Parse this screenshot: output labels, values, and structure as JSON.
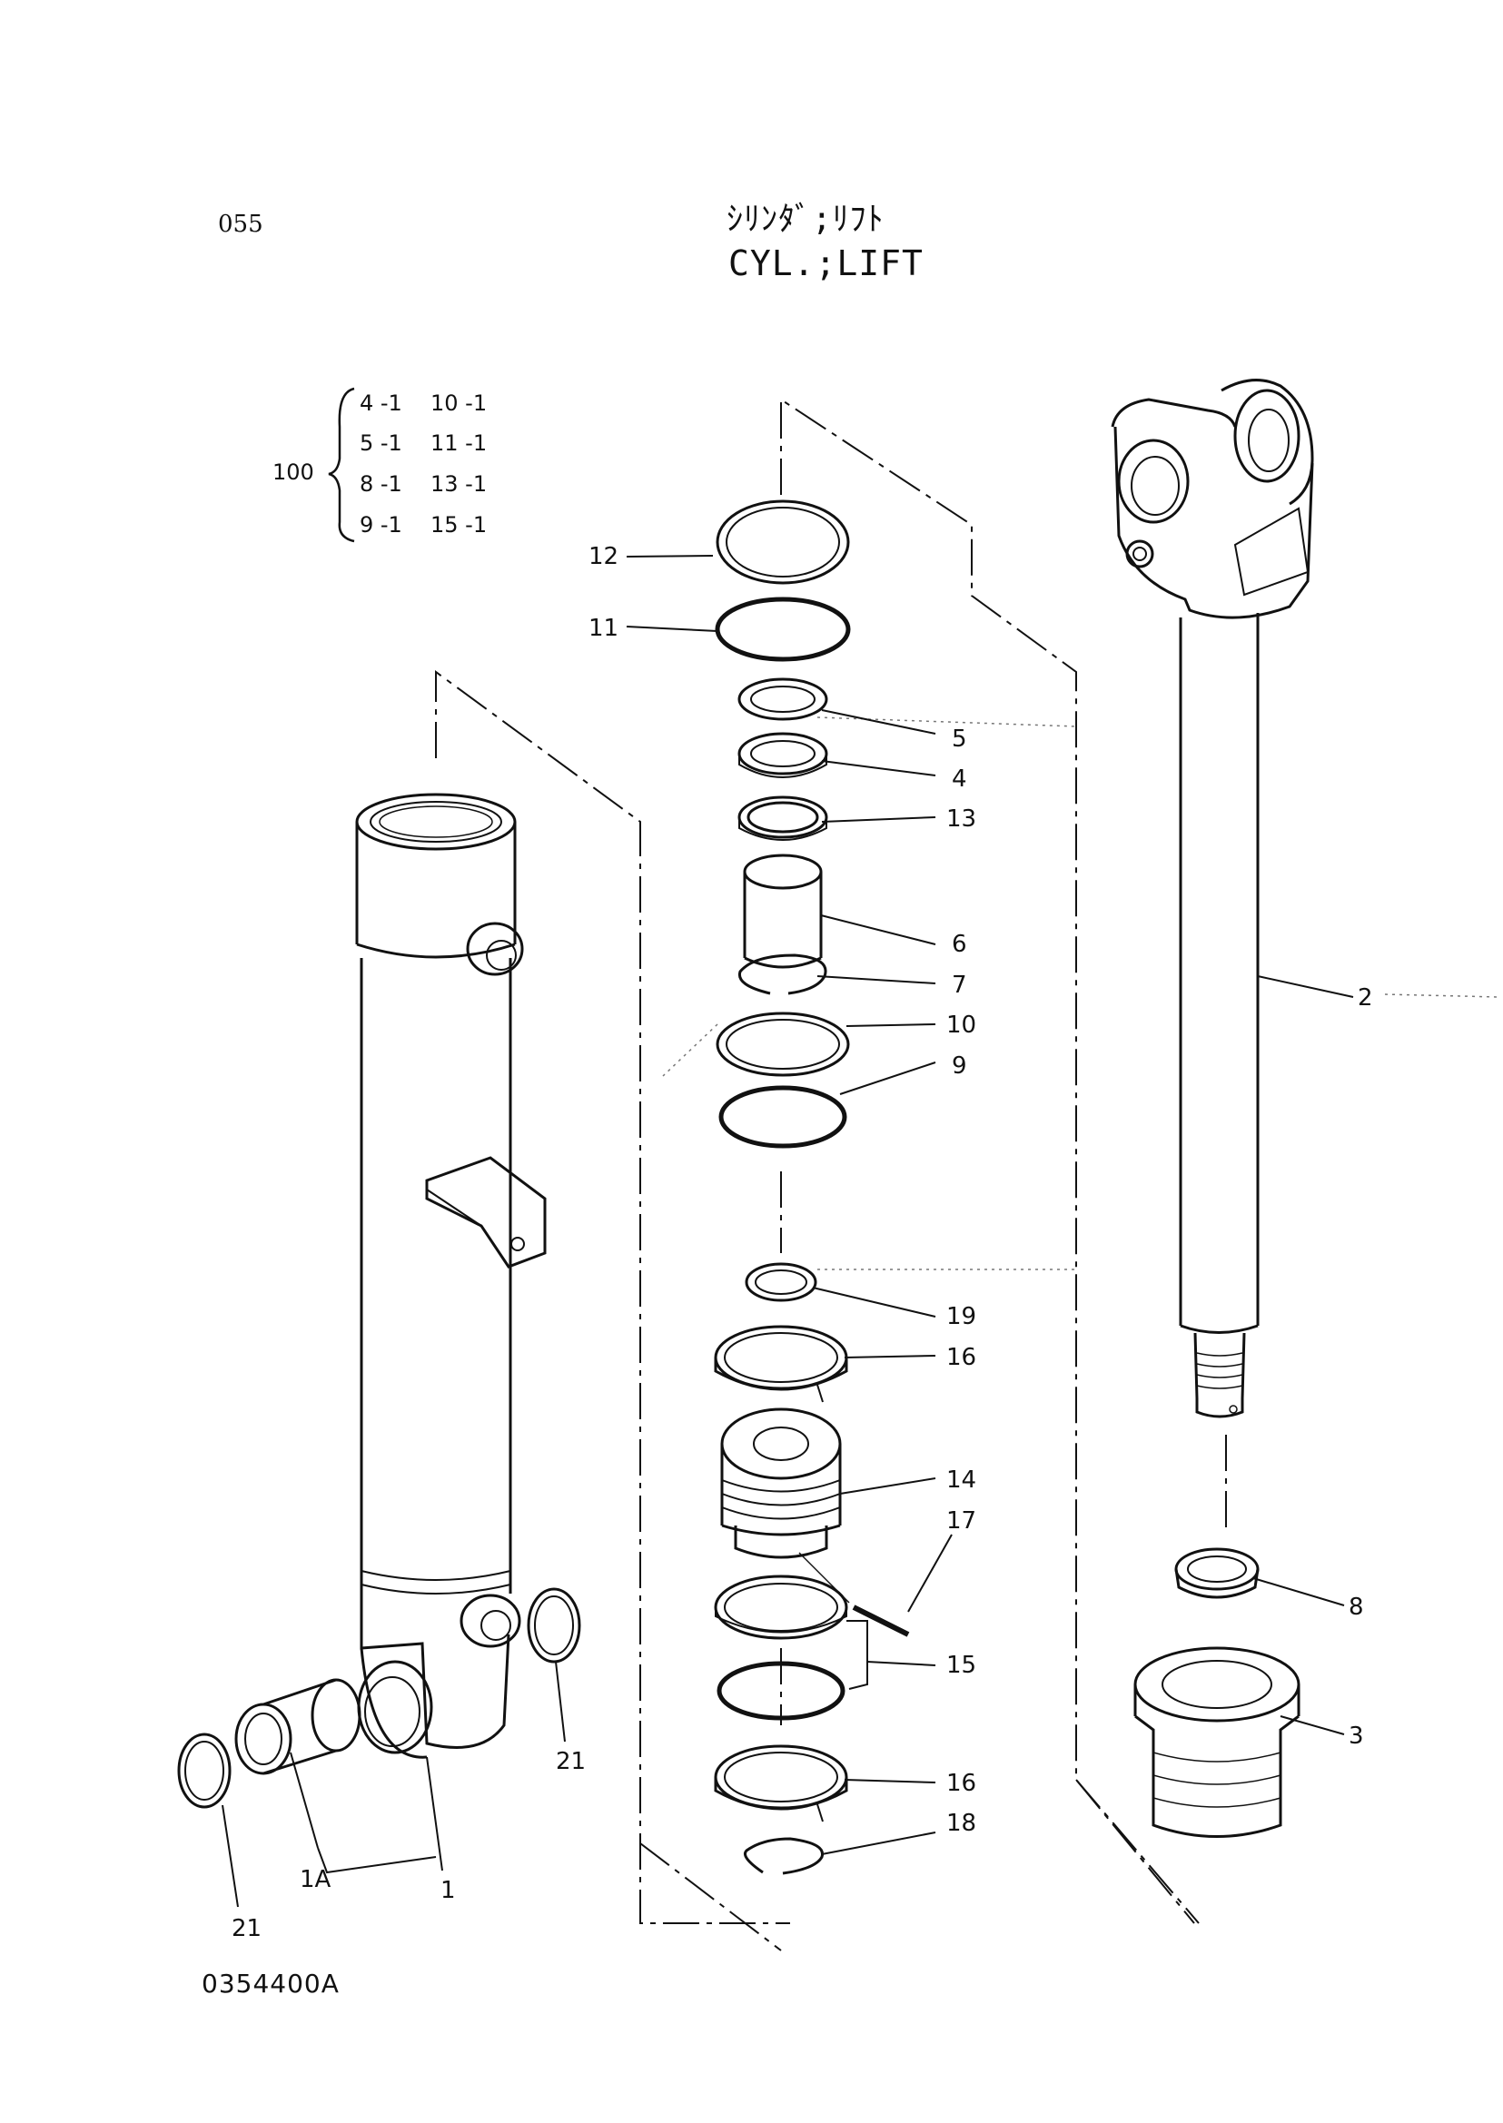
{
  "header": {
    "page_number": "055",
    "title_jp": "ｼﾘﾝﾀﾞ;ﾘﾌﾄ",
    "title_en": "CYL.;LIFT"
  },
  "kit": {
    "number": "100",
    "col1": [
      "4 -1",
      "5 -1",
      "8 -1",
      "9 -1"
    ],
    "col2": [
      "10 -1",
      "11 -1",
      "13 -1",
      "15 -1"
    ]
  },
  "parts": {
    "p1": "1",
    "p1a": "1A",
    "p2": "2",
    "p3": "3",
    "p4": "4",
    "p5": "5",
    "p6": "6",
    "p7": "7",
    "p8": "8",
    "p9": "9",
    "p10": "10",
    "p11": "11",
    "p12": "12",
    "p13": "13",
    "p14": "14",
    "p15": "15",
    "p16a": "16",
    "p16b": "16",
    "p17": "17",
    "p18": "18",
    "p19": "19",
    "p21a": "21",
    "p21b": "21"
  },
  "footer": {
    "doc_code": "0354400A"
  }
}
